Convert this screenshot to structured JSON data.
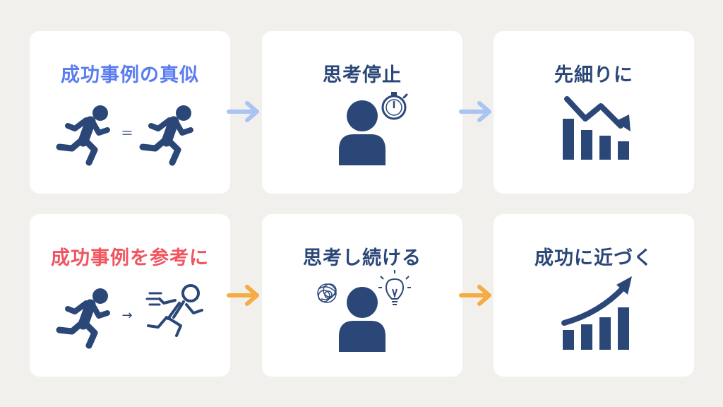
{
  "colors": {
    "navy": "#2b4778",
    "blue_title": "#5a7cf0",
    "red_title": "#f0555f",
    "arrow_blue": "#a9c4f2",
    "arrow_orange": "#f5ac44",
    "background": "#f2f0ed",
    "card": "#ffffff"
  },
  "rows": [
    {
      "arrow_color": "arrow_blue",
      "cards": [
        {
          "title": "成功事例の真似",
          "title_color": "blue_title",
          "symbol": "＝",
          "icon": "runner-equals-runner-icon"
        },
        {
          "title": "思考停止",
          "title_color": "navy",
          "icon": "person-stopwatch-icon"
        },
        {
          "title": "先細りに",
          "title_color": "navy",
          "icon": "declining-bar-chart-icon"
        }
      ]
    },
    {
      "arrow_color": "arrow_orange",
      "cards": [
        {
          "title": "成功事例を参考に",
          "title_color": "red_title",
          "symbol": "→",
          "icon": "runner-to-sprinter-icon"
        },
        {
          "title": "思考し続ける",
          "title_color": "navy",
          "icon": "person-thinking-lightbulb-icon"
        },
        {
          "title": "成功に近づく",
          "title_color": "navy",
          "icon": "rising-bar-chart-icon"
        }
      ]
    }
  ]
}
